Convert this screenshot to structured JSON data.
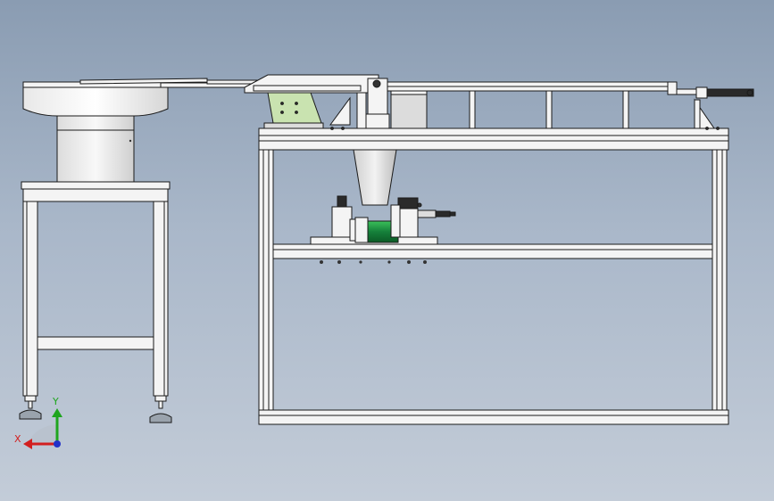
{
  "view": {
    "background_top": "#8a9cb2",
    "background_bottom": "#c3ccd8",
    "model_line_color": "#1a1a1a",
    "model_fill_color": "#f4f4f4"
  },
  "triad": {
    "x_label": "X",
    "y_label": "Y",
    "x_color": "#d21f1f",
    "y_color": "#1fa51f",
    "z_color": "#2231c9"
  },
  "components": {
    "bowl_feeder": "vibratory-bowl-feeder",
    "bowl_stand": "feeder-stand",
    "linear_track": "linear-feed-track",
    "main_frame": "aluminum-profile-frame",
    "press_unit": "clamping-press-unit",
    "cylinder_right": "pneumatic-cylinder"
  },
  "accent_colors": {
    "green_roller": "#1e9b3a",
    "plate_green": "#c9e3b0"
  }
}
